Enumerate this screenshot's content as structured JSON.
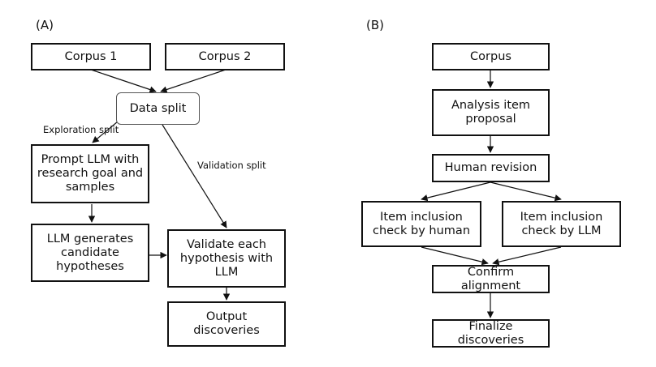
{
  "panel_a": {
    "label": "(A)",
    "corpus1": "Corpus 1",
    "corpus2": "Corpus 2",
    "data_split": "Data split",
    "exploration_split": "Exploration split",
    "validation_split": "Validation split",
    "prompt_llm": "Prompt LLM with research goal and samples",
    "llm_generates": "LLM generates candidate hypotheses",
    "validate": "Validate each hypothesis with LLM",
    "output": "Output discoveries"
  },
  "panel_b": {
    "label": "(B)",
    "corpus": "Corpus",
    "analysis_item": "Analysis item proposal",
    "human_revision": "Human revision",
    "check_human": "Item inclusion check by human",
    "check_llm": "Item inclusion check by LLM",
    "confirm": "Confirm alignment",
    "finalize": "Finalize discoveries"
  }
}
